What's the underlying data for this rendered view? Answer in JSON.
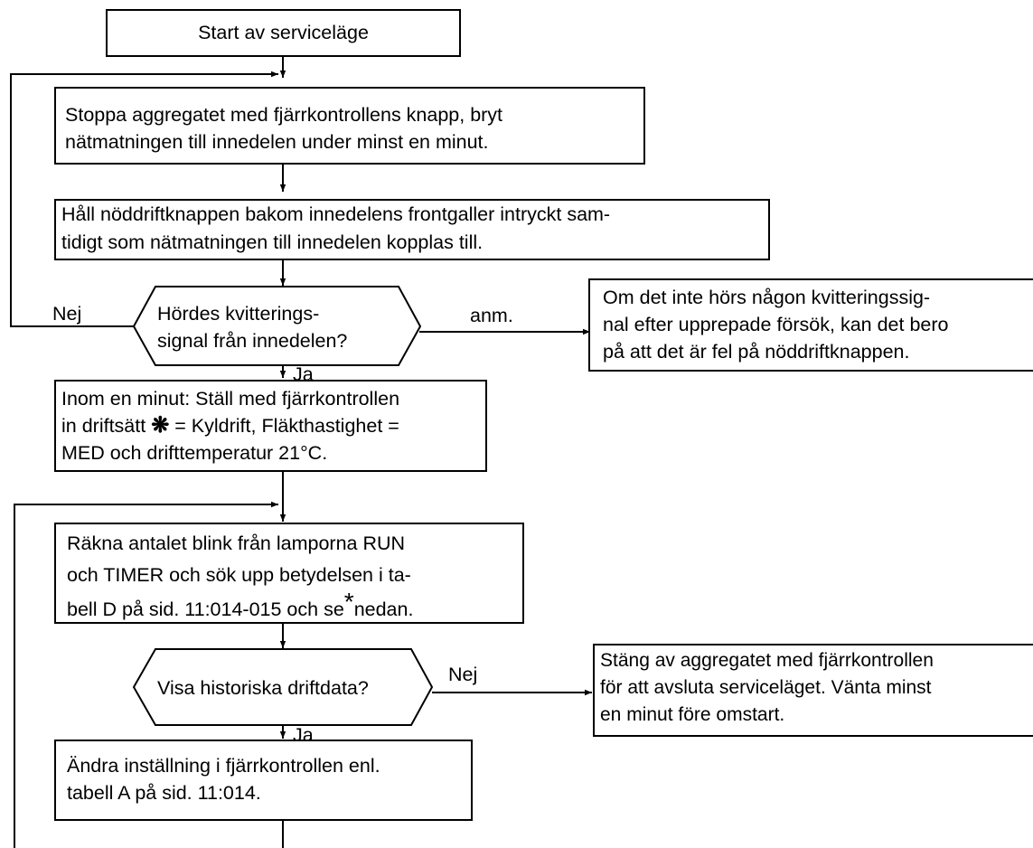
{
  "flowchart": {
    "start": {
      "text": "Start av serviceläge"
    },
    "stop": {
      "lines": [
        "Stoppa aggregatet med fjärrkontrollens knapp, bryt",
        "nätmatningen till innedelen under minst en minut."
      ]
    },
    "hold": {
      "lines": [
        "Håll nöddriftknappen bakom innedelens frontgaller intryckt sam-",
        "tidigt som nätmatningen till innedelen kopplas till."
      ]
    },
    "decision1": {
      "lines": [
        "Hördes kvitterings-",
        "signal från innedelen?"
      ],
      "no_label": "Nej",
      "yes_label": "Ja",
      "note_label": "anm."
    },
    "note": {
      "lines": [
        "Om det inte hörs någon kvitteringssig-",
        "nal efter upprepade försök, kan det bero",
        "på att det är fel på nöddriftknappen."
      ]
    },
    "within": {
      "line1": "Inom en minut: Ställ med fjärrkontrollen",
      "line2_before": "in driftsätt ",
      "line2_symbol": "❋",
      "line2_after": " = Kyldrift, Fläkthastighet =",
      "line3": "MED och drifttemperatur 21°C."
    },
    "count": {
      "line1": "Räkna antalet blink från lamporna RUN",
      "line2": "och TIMER och sök upp betydelsen i ta-",
      "line3_before": "bell D på sid. 11:014-015 och se",
      "line3_star": "*",
      "line3_after": "nedan."
    },
    "decision2": {
      "text": "Visa historiska driftdata?",
      "no_label": "Nej",
      "yes_label": "Ja"
    },
    "end": {
      "lines": [
        "Stäng av aggregatet med fjärrkontrollen",
        "för att avsluta serviceläget. Vänta minst",
        "en minut före omstart."
      ]
    },
    "change": {
      "lines": [
        "Ändra inställning i fjärrkontrollen enl.",
        "tabell A på sid. 11:014."
      ]
    }
  }
}
